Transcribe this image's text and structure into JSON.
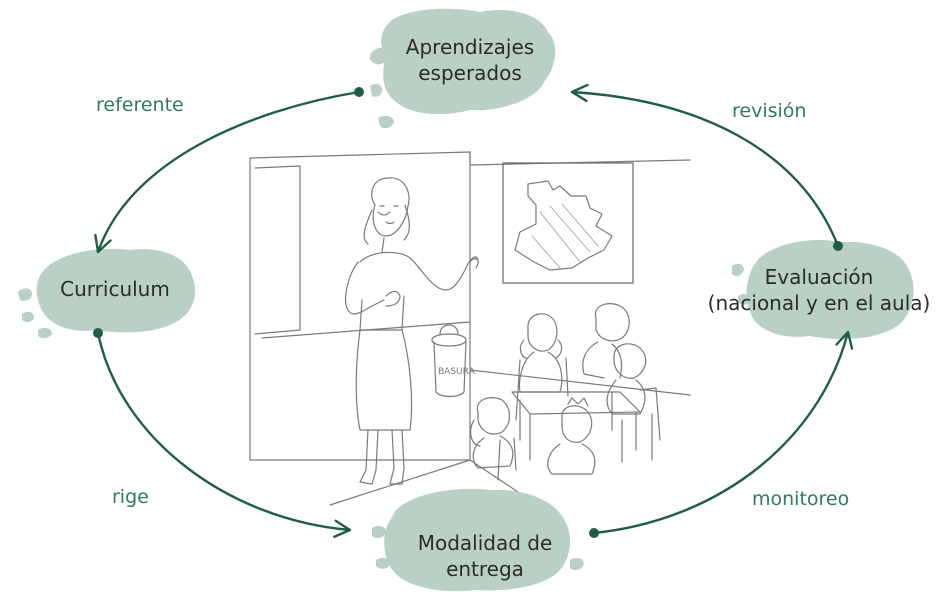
{
  "colors": {
    "arrow": "#1f5e43",
    "edge_label": "#2e7d5a",
    "cloud": "#b9d1c4",
    "sketch": "#7a7a7a"
  },
  "nodes": {
    "aprendizajes": {
      "line1": "Aprendizajes",
      "line2": "esperados"
    },
    "curriculum": {
      "line1": "Curriculum"
    },
    "evaluacion": {
      "line1": "Evaluación",
      "line2": "(nacional y en el aula)"
    },
    "modalidad": {
      "line1": "Modalidad de",
      "line2": "entrega"
    }
  },
  "edges": {
    "referente": "referente",
    "revision": "revisión",
    "rige": "rige",
    "monitoreo": "monitoreo"
  },
  "illustration": {
    "bin_label": "BASURA",
    "description_icon": "classroom-sketch"
  }
}
